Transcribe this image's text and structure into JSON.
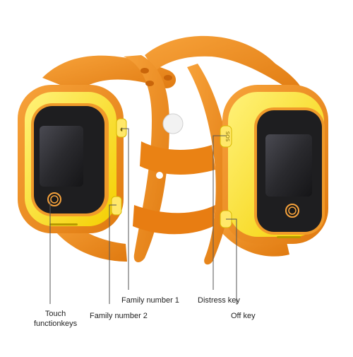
{
  "labels": {
    "touch_line1": "Touch",
    "touch_line2": "functionkeys",
    "family_number_2": "Family number 2",
    "family_number_1": "Family number 1",
    "distress_key": "Distress key",
    "off_key": "Off key"
  },
  "button_text": {
    "sos": "SOS"
  },
  "colors": {
    "strap_orange": "#f08c1e",
    "strap_shadow": "#d6700a",
    "bezel_yellow": "#ffe21a",
    "screen_black": "#1a1a1a",
    "callout_line": "#555555"
  }
}
